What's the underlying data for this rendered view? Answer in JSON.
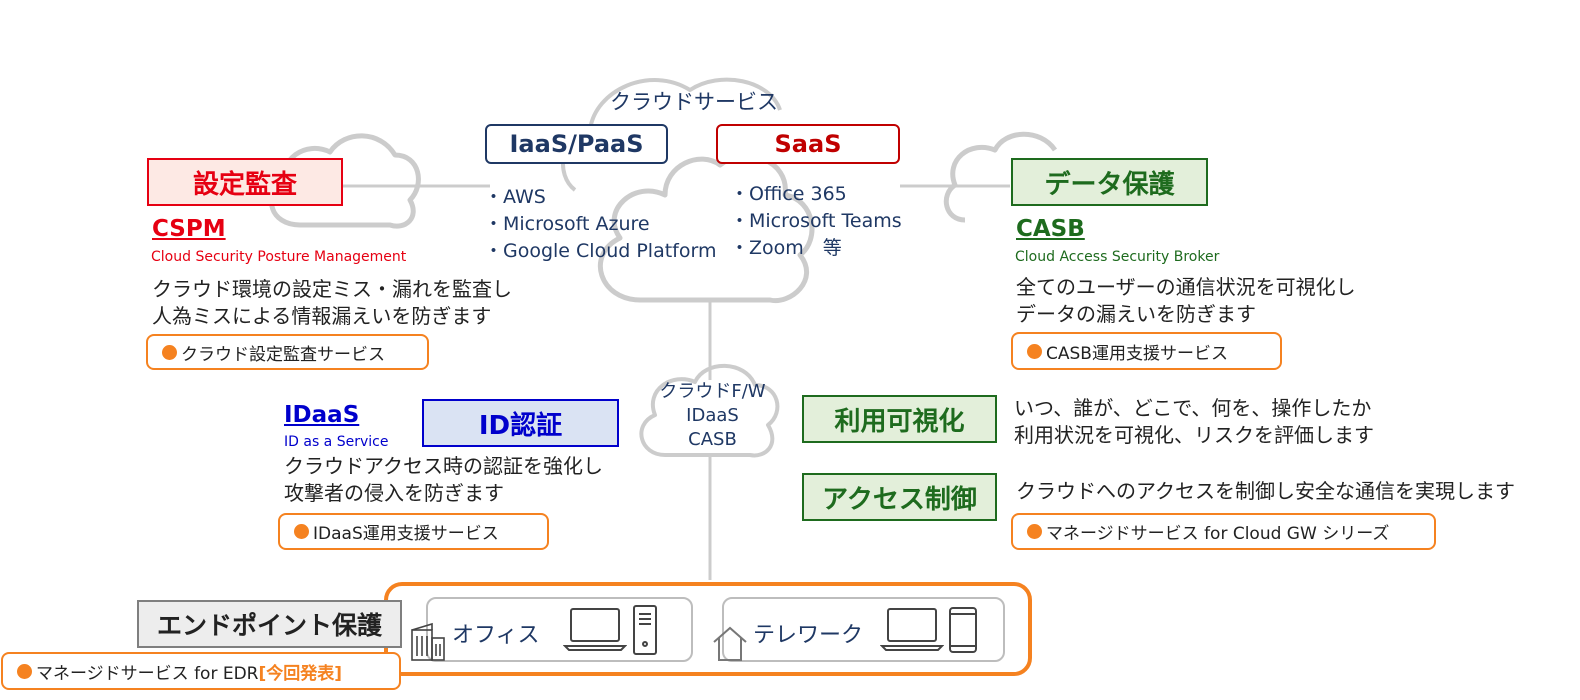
{
  "cloud_services": {
    "label": "クラウドサービス",
    "iaas": {
      "title": "IaaS/PaaS",
      "items": [
        "・AWS",
        "・Microsoft Azure",
        "・Google Cloud Platform"
      ]
    },
    "saas": {
      "title": "SaaS",
      "items": [
        "・Office 365",
        "・Microsoft Teams",
        "・Zoom　等"
      ]
    }
  },
  "cspm": {
    "category": "設定監査",
    "abbr": "CSPM",
    "full_name": "Cloud Security Posture Management",
    "desc": [
      "クラウド環境の設定ミス・漏れを監査し",
      "人為ミスによる情報漏えいを防ぎます"
    ],
    "service": "クラウド設定監査サービス"
  },
  "casb": {
    "category": "データ保護",
    "abbr": "CASB",
    "full_name": "Cloud Access Security Broker",
    "desc": [
      "全てのユーザーの通信状況を可視化し",
      "データの漏えいを防ぎます"
    ],
    "service": "CASB運用支援サービス"
  },
  "idaas": {
    "category": "ID認証",
    "abbr": "IDaaS",
    "full_name": "ID as a Service",
    "desc": [
      "クラウドアクセス時の認証を強化し",
      "攻撃者の侵入を防ぎます"
    ],
    "service": "IDaaS運用支援サービス"
  },
  "gateway": {
    "lines": [
      "クラウドF/W",
      "IDaaS",
      "CASB"
    ]
  },
  "usage": {
    "category": "利用可視化",
    "desc": [
      "いつ、誰が、どこで、何を、操作したか",
      "利用状況を可視化、リスクを評価します"
    ]
  },
  "access": {
    "category": "アクセス制御",
    "desc": "クラウドへのアクセスを制御し安全な通信を実現します",
    "service": "マネージドサービス for Cloud GW シリーズ"
  },
  "endpoint": {
    "category": "エンドポイント保護",
    "service": "マネージドサービス for EDR ",
    "service_tag": "[今回発表]",
    "office": "オフィス",
    "telework": "テレワーク"
  },
  "colors": {
    "red": "#e60012",
    "green": "#1e6b1e",
    "navy": "#1f3864",
    "blue": "#0000cc",
    "orange": "#f58220",
    "gray_line": "#c8c8c8"
  },
  "icons": [
    "cloud-icon",
    "building-icon",
    "house-icon",
    "laptop-icon",
    "desktop-tower-icon",
    "tablet-icon"
  ]
}
